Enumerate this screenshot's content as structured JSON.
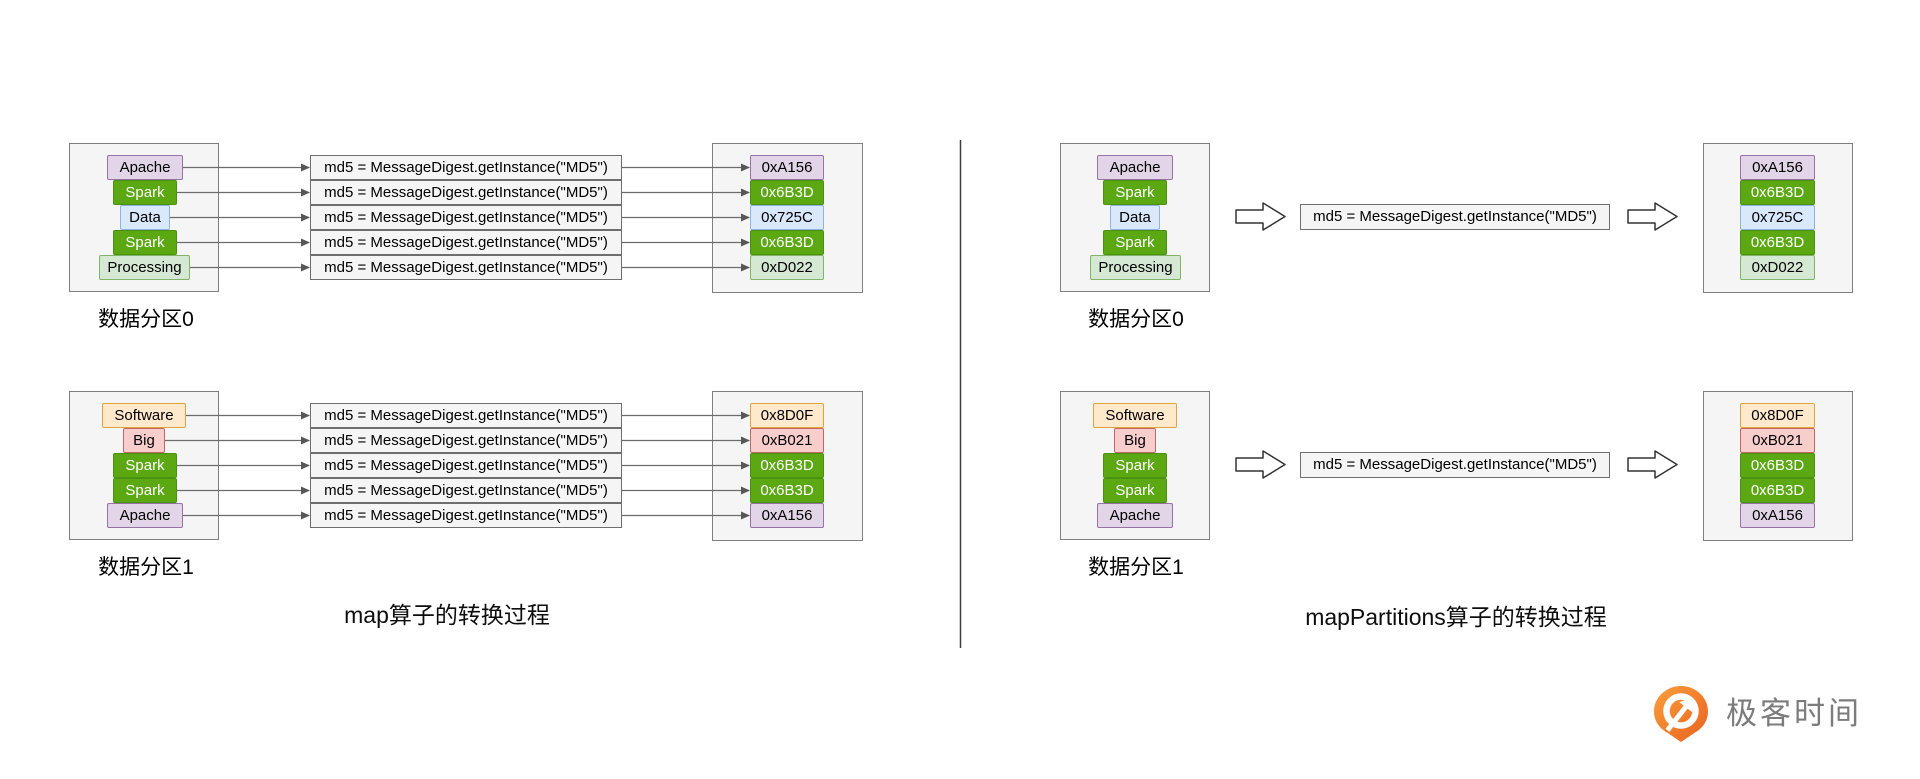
{
  "md5_expression": "md5 = MessageDigest.getInstance(\"MD5\")",
  "left": {
    "caption": "map算子的转换过程",
    "partition0": {
      "label": "数据分区0",
      "items": [
        "Apache",
        "Spark",
        "Data",
        "Spark",
        "Processing"
      ],
      "hashes": [
        "0xA156",
        "0x6B3D",
        "0x725C",
        "0x6B3D",
        "0xD022"
      ]
    },
    "partition1": {
      "label": "数据分区1",
      "items": [
        "Software",
        "Big",
        "Spark",
        "Spark",
        "Apache"
      ],
      "hashes": [
        "0x8D0F",
        "0xB021",
        "0x6B3D",
        "0x6B3D",
        "0xA156"
      ]
    }
  },
  "right": {
    "caption": "mapPartitions算子的转换过程",
    "partition0": {
      "label": "数据分区0",
      "items": [
        "Apache",
        "Spark",
        "Data",
        "Spark",
        "Processing"
      ],
      "hashes": [
        "0xA156",
        "0x6B3D",
        "0x725C",
        "0x6B3D",
        "0xD022"
      ]
    },
    "partition1": {
      "label": "数据分区1",
      "items": [
        "Software",
        "Big",
        "Spark",
        "Spark",
        "Apache"
      ],
      "hashes": [
        "0x8D0F",
        "0xB021",
        "0x6B3D",
        "0x6B3D",
        "0xA156"
      ]
    }
  },
  "logo": {
    "brand": "极客时间"
  },
  "colors": {
    "purple_fill": "#E1D5E7",
    "purple_stroke": "#9673A6",
    "green_fill": "#5BA813",
    "green_stroke": "#4A9110",
    "blue_fill": "#DAE8FC",
    "blue_stroke": "#8DB3DE",
    "lightgreen_fill": "#D5E8D4",
    "lightgreen_stroke": "#82B366",
    "orange_fill": "#FFE9CC",
    "orange_stroke": "#DFA33C",
    "pink_fill": "#F8CECC",
    "pink_stroke": "#C26764",
    "box_fill": "#F5F5F5",
    "box_stroke": "#6E6E6E",
    "arrow": "#5B5B5B",
    "logo_orange": "#EE6C23",
    "logo_text_gray": "#7C7C7C"
  }
}
